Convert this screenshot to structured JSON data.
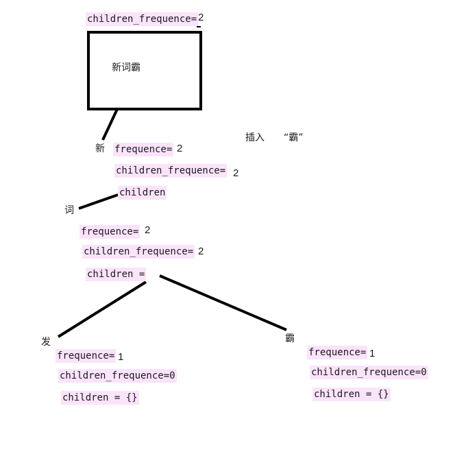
{
  "root": {
    "children_frequence_label": "children_frequence=",
    "children_frequence_value": "2",
    "word": "新词霸"
  },
  "insert_note": {
    "verb": "插入",
    "quoted_char": "“霸”"
  },
  "node_xin": {
    "char": "新",
    "frequence_label": "frequence=",
    "frequence_value": "2",
    "children_frequence_label": "children_frequence=",
    "children_frequence_value": "2",
    "children_label": "children"
  },
  "node_ci": {
    "char": "词",
    "frequence_label": "frequence=",
    "frequence_value": "2",
    "children_frequence_label": "children_frequence=",
    "children_frequence_value": "2",
    "children_label": "children ="
  },
  "node_fa": {
    "char": "发",
    "frequence_label": "frequence=",
    "frequence_value": "1",
    "children_frequence_text": "children_frequence=0",
    "children_text": "children = {}"
  },
  "node_ba": {
    "char": "霸",
    "frequence_label": "frequence=",
    "frequence_value": "1",
    "children_frequence_text": "children_frequence=0",
    "children_text": "children = {}"
  }
}
